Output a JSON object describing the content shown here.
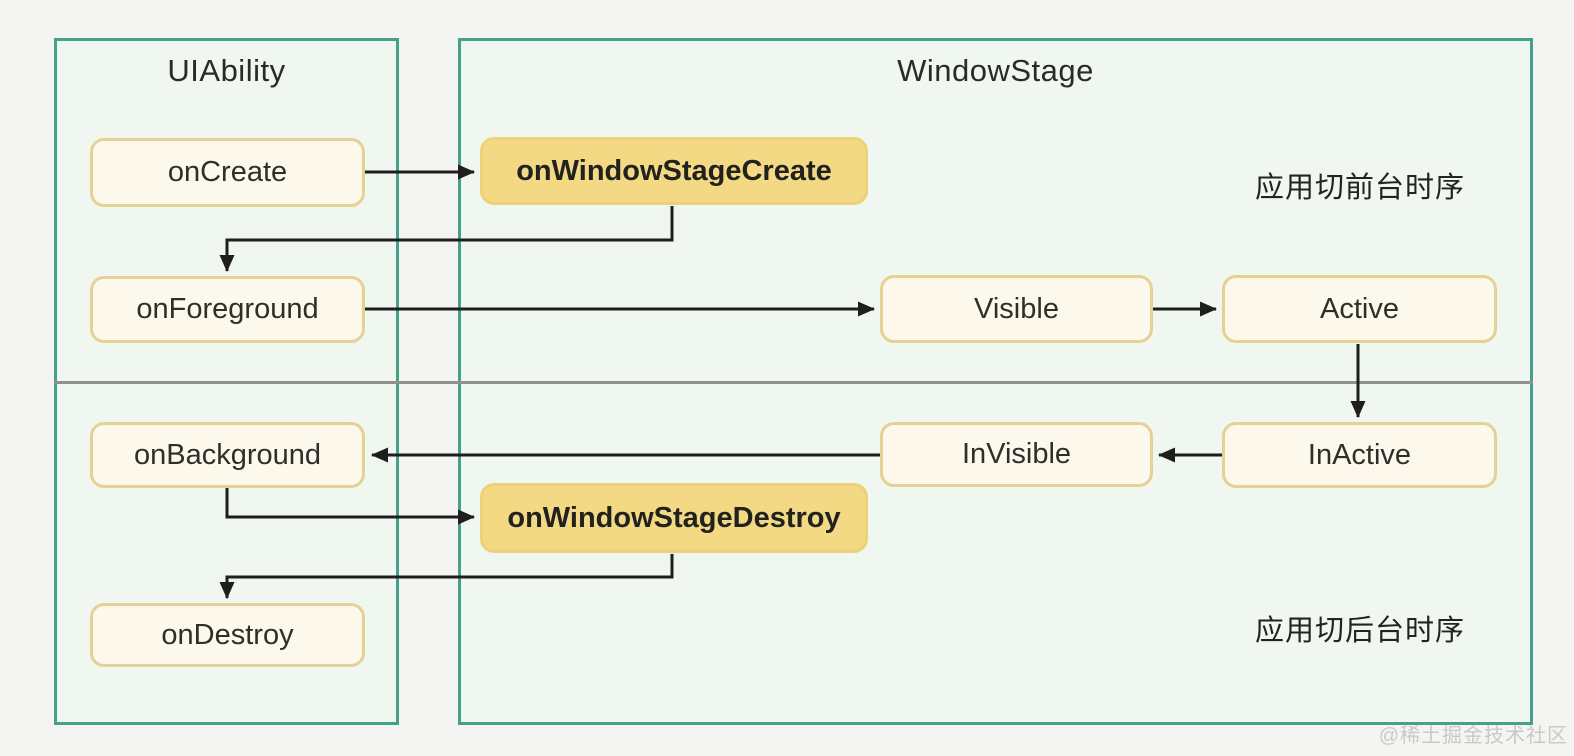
{
  "panels": {
    "uiability": {
      "title": "UIAbility"
    },
    "windowstage": {
      "title": "WindowStage"
    }
  },
  "nodes": {
    "on_create": {
      "label": "onCreate",
      "highlighted": false
    },
    "on_foreground": {
      "label": "onForeground",
      "highlighted": false
    },
    "on_background": {
      "label": "onBackground",
      "highlighted": false
    },
    "on_destroy": {
      "label": "onDestroy",
      "highlighted": false
    },
    "on_window_stage_create": {
      "label": "onWindowStageCreate",
      "highlighted": true
    },
    "on_window_stage_destroy": {
      "label": "onWindowStageDestroy",
      "highlighted": true
    },
    "visible": {
      "label": "Visible",
      "highlighted": false
    },
    "active": {
      "label": "Active",
      "highlighted": false
    },
    "invisible": {
      "label": "InVisible",
      "highlighted": false
    },
    "inactive": {
      "label": "InActive",
      "highlighted": false
    }
  },
  "edges": [
    {
      "from": "onCreate",
      "to": "onWindowStageCreate"
    },
    {
      "from": "onWindowStageCreate",
      "to": "onForeground"
    },
    {
      "from": "onForeground",
      "to": "Visible"
    },
    {
      "from": "Visible",
      "to": "Active"
    },
    {
      "from": "Active",
      "to": "InActive"
    },
    {
      "from": "InActive",
      "to": "InVisible"
    },
    {
      "from": "InVisible",
      "to": "onBackground"
    },
    {
      "from": "onBackground",
      "to": "onWindowStageDestroy"
    },
    {
      "from": "onWindowStageDestroy",
      "to": "onDestroy"
    }
  ],
  "annotations": {
    "foreground_sequence": "应用切前台时序",
    "background_sequence": "应用切后台时序"
  },
  "watermark": "@稀土掘金技术社区",
  "colors": {
    "page_bg": "#f4f4f2",
    "panel_bg": "#f0f7f1",
    "panel_border": "#43a287",
    "node_bg": "#fcf8eb",
    "node_border": "#e6d194",
    "highlight_bg": "#f3d983",
    "arrow": "#1e1e1c",
    "divider": "#90928f"
  }
}
